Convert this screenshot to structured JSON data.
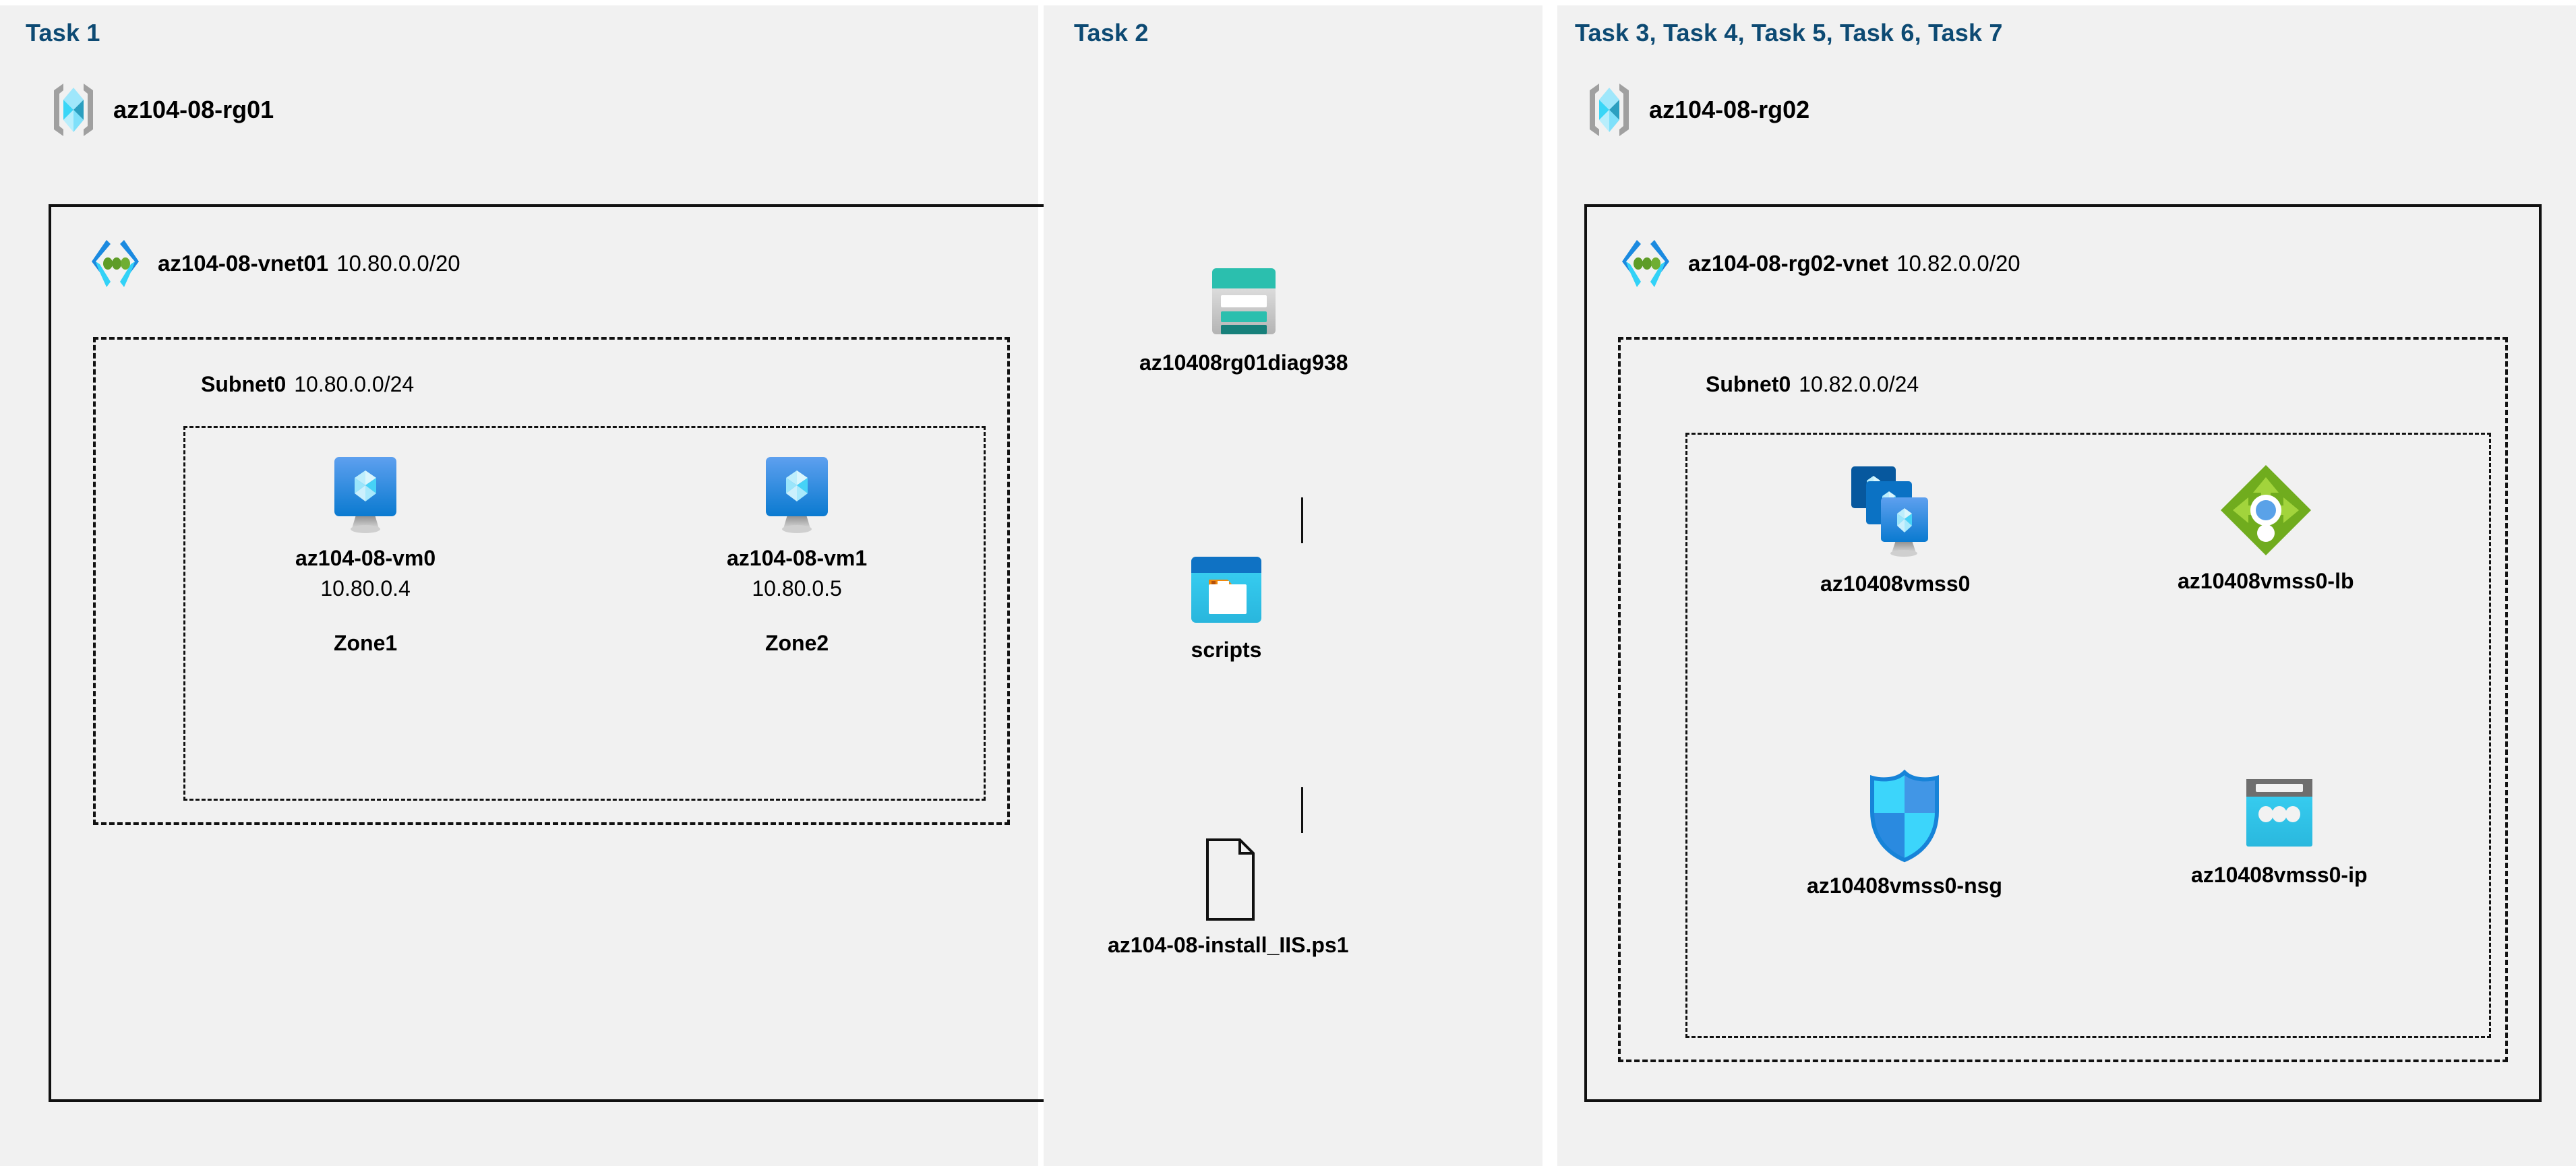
{
  "tasks": {
    "left_header": "Task 1",
    "mid_header": "Task 2",
    "right_header": "Task 3, Task 4, Task 5, Task 6, Task 7"
  },
  "colors": {
    "task_header": "#0d4a73",
    "panel_bg": "#f1f1f1",
    "border": "#111111",
    "vnet_icon_blue": "#1b8ae0",
    "vnet_icon_cyan": "#32d2f7",
    "vnet_icon_green": "#5e9c27",
    "vm_blue_top": "#5ea0ef",
    "vm_blue_bottom": "#0a7ad0",
    "storage_teal": "#2bbfae",
    "storage_teal_dark": "#17807a",
    "blob_blue": "#0f72c4",
    "blob_cyan": "#32c8ee",
    "blob_orange": "#f0890f",
    "lb_green": "#70ac1e",
    "lb_green_light": "#a2d43c",
    "lb_dot_blue": "#5aa2e8",
    "nsg_cyan": "#3cd5fb",
    "nsg_blue": "#2a8ae0",
    "pip_cyan": "#32c8ee",
    "pip_gray": "#6e6e6e"
  },
  "left": {
    "resource_group": {
      "name": "az104-08-rg01",
      "icon": "resource-group-icon"
    },
    "vnet": {
      "name": "az104-08-vnet01",
      "cidr": "10.80.0.0/20",
      "icon": "virtual-network-icon"
    },
    "subnet": {
      "name": "Subnet0",
      "cidr": "10.80.0.0/24"
    },
    "vms": [
      {
        "name": "az104-08-vm0",
        "ip": "10.80.0.4",
        "zone": "Zone1",
        "icon": "virtual-machine-icon"
      },
      {
        "name": "az104-08-vm1",
        "ip": "10.80.0.5",
        "zone": "Zone2",
        "icon": "virtual-machine-icon"
      }
    ]
  },
  "mid": {
    "nodes": [
      {
        "name": "az10408rg01diag938",
        "icon": "storage-account-icon"
      },
      {
        "name": "scripts",
        "icon": "blob-container-icon"
      },
      {
        "name": "az104-08-install_IIS.ps1",
        "icon": "file-icon"
      }
    ]
  },
  "right": {
    "resource_group": {
      "name": "az104-08-rg02",
      "icon": "resource-group-icon"
    },
    "vnet": {
      "name": "az104-08-rg02-vnet",
      "cidr": "10.82.0.0/20",
      "icon": "virtual-network-icon"
    },
    "subnet": {
      "name": "Subnet0",
      "cidr": "10.82.0.0/24"
    },
    "resources": [
      {
        "name": "az10408vmss0",
        "icon": "vm-scale-set-icon"
      },
      {
        "name": "az10408vmss0-lb",
        "icon": "load-balancer-icon"
      },
      {
        "name": "az10408vmss0-nsg",
        "icon": "network-security-group-icon"
      },
      {
        "name": "az10408vmss0-ip",
        "icon": "public-ip-address-icon"
      }
    ]
  }
}
